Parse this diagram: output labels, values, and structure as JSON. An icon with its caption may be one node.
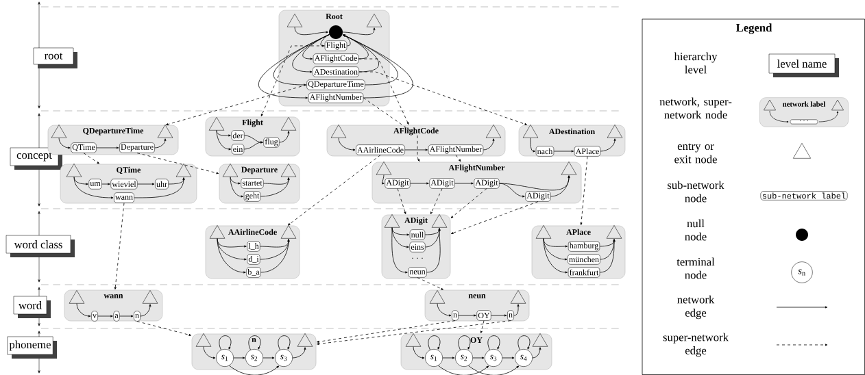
{
  "diagram": {
    "nodes": [
      {
        "text": [
          "root"
        ]
      },
      {
        "text": [
          "concept"
        ]
      },
      {
        "text": [
          "word class"
        ]
      },
      {
        "text": [
          "word"
        ]
      },
      {
        "text": [
          "phoneme"
        ]
      },
      {
        "text": [
          "Root"
        ]
      },
      {
        "text": [],
        "shape": "triangle",
        "in": 5
      },
      {
        "text": [],
        "shape": "triangle",
        "in": 5
      },
      {
        "text": [],
        "shape": "circle",
        "in": 5
      },
      {
        "text": [
          "Flight"
        ],
        "in": 5
      },
      {
        "text": [
          "AFlightCode"
        ],
        "in": 5
      },
      {
        "text": [
          "ADestination"
        ],
        "in": 5
      },
      {
        "text": [
          "QDepartureTime"
        ],
        "in": 5
      },
      {
        "text": [
          "AFlightNumber"
        ],
        "in": 5
      },
      {
        "text": [
          "QDepartureTime"
        ]
      },
      {
        "text": [],
        "shape": "triangle",
        "in": 14
      },
      {
        "text": [],
        "shape": "triangle",
        "in": 14
      },
      {
        "text": [
          "QTime"
        ],
        "in": 14
      },
      {
        "text": [
          "Departure"
        ],
        "in": 14
      },
      {
        "text": [
          "Flight"
        ]
      },
      {
        "text": [],
        "shape": "triangle",
        "in": 19
      },
      {
        "text": [],
        "shape": "triangle",
        "in": 19
      },
      {
        "text": [
          "der"
        ],
        "in": 19
      },
      {
        "text": [
          "ein"
        ],
        "in": 19
      },
      {
        "text": [
          "flug"
        ],
        "in": 19
      },
      {
        "text": [
          "AFlightCode"
        ]
      },
      {
        "text": [],
        "shape": "triangle",
        "in": 25
      },
      {
        "text": [],
        "shape": "triangle",
        "in": 25
      },
      {
        "text": [
          "AAirlineCode"
        ],
        "in": 25
      },
      {
        "text": [
          "AFlightNumber"
        ],
        "in": 25
      },
      {
        "text": [
          "ADestination"
        ]
      },
      {
        "text": [],
        "shape": "triangle",
        "in": 30
      },
      {
        "text": [],
        "shape": "triangle",
        "in": 30
      },
      {
        "text": [
          "nach"
        ],
        "in": 30
      },
      {
        "text": [
          "APlace"
        ],
        "in": 30
      },
      {
        "text": [
          "QTime"
        ]
      },
      {
        "text": [],
        "shape": "triangle",
        "in": 35
      },
      {
        "text": [],
        "shape": "triangle",
        "in": 35
      },
      {
        "text": [
          "um"
        ],
        "in": 35
      },
      {
        "text": [
          "wieviel"
        ],
        "in": 35
      },
      {
        "text": [
          "uhr"
        ],
        "in": 35
      },
      {
        "text": [
          "wann"
        ],
        "in": 35
      },
      {
        "text": [
          "Departure"
        ]
      },
      {
        "text": [],
        "shape": "triangle",
        "in": 42
      },
      {
        "text": [],
        "shape": "triangle",
        "in": 42
      },
      {
        "text": [
          "startet"
        ],
        "in": 42
      },
      {
        "text": [
          "geht"
        ],
        "in": 42
      },
      {
        "text": [
          "AFlightNumber"
        ]
      },
      {
        "text": [],
        "shape": "triangle",
        "in": 47
      },
      {
        "text": [],
        "shape": "triangle",
        "in": 47
      },
      {
        "text": [
          "ADigit"
        ],
        "in": 47
      },
      {
        "text": [
          "ADigit"
        ],
        "in": 47
      },
      {
        "text": [
          "ADigit"
        ],
        "in": 47
      },
      {
        "text": [
          "ADigit"
        ],
        "in": 47
      },
      {
        "text": [
          "AAirlineCode"
        ]
      },
      {
        "text": [],
        "shape": "triangle",
        "in": 54
      },
      {
        "text": [],
        "shape": "triangle",
        "in": 54
      },
      {
        "text": [
          "l_h"
        ],
        "in": 54
      },
      {
        "text": [
          "d_i"
        ],
        "in": 54
      },
      {
        "text": [
          "b_a"
        ],
        "in": 54
      },
      {
        "text": [
          "ADigit"
        ]
      },
      {
        "text": [],
        "shape": "triangle",
        "in": 60
      },
      {
        "text": [],
        "shape": "triangle",
        "in": 60
      },
      {
        "text": [
          "null"
        ],
        "in": 60
      },
      {
        "text": [
          "eins"
        ],
        "in": 60
      },
      {
        "text": [
          "neun"
        ],
        "in": 60
      },
      {
        "text": [
          "APlace"
        ]
      },
      {
        "text": [],
        "shape": "triangle",
        "in": 66
      },
      {
        "text": [],
        "shape": "triangle",
        "in": 66
      },
      {
        "text": [
          "hamburg"
        ],
        "in": 66
      },
      {
        "text": [
          "münchen"
        ],
        "in": 66
      },
      {
        "text": [
          "frankfurt"
        ],
        "in": 66
      },
      {
        "text": [
          "wann"
        ]
      },
      {
        "text": [],
        "shape": "triangle",
        "in": 72
      },
      {
        "text": [],
        "shape": "triangle",
        "in": 72
      },
      {
        "text": [
          "v"
        ],
        "in": 72
      },
      {
        "text": [
          "a"
        ],
        "in": 72
      },
      {
        "text": [
          "n"
        ],
        "in": 72
      },
      {
        "text": [
          "neun"
        ]
      },
      {
        "text": [],
        "shape": "triangle",
        "in": 78
      },
      {
        "text": [],
        "shape": "triangle",
        "in": 78
      },
      {
        "text": [
          "n"
        ],
        "in": 78
      },
      {
        "text": [
          "OY"
        ],
        "in": 78
      },
      {
        "text": [
          "n"
        ],
        "in": 78
      },
      {
        "text": [
          "n"
        ]
      },
      {
        "text": [],
        "shape": "triangle",
        "in": 84
      },
      {
        "text": [],
        "shape": "triangle",
        "in": 84
      },
      {
        "text": [
          "*s*$_{1}$"
        ],
        "in": 84
      },
      {
        "text": [
          "*s*$_{2}$"
        ],
        "in": 84
      },
      {
        "text": [
          "*s*$_{3}$"
        ],
        "in": 84
      },
      {
        "text": [
          "OY"
        ]
      },
      {
        "text": [],
        "shape": "triangle",
        "in": 90
      },
      {
        "text": [],
        "shape": "triangle",
        "in": 90
      },
      {
        "text": [
          "*s*$_{1}$"
        ],
        "in": 90
      },
      {
        "text": [
          "*s*$_{2}$"
        ],
        "in": 90
      },
      {
        "text": [
          "*s*$_{3}$"
        ],
        "in": 90
      },
      {
        "text": [
          "*s*$_{4}$"
        ],
        "in": 90
      },
      {
        "text": [
          "level name"
        ]
      }
    ],
    "edges": [
      {
        "from": 6,
        "to": 8,
        "arrow": "to"
      },
      {
        "from": 8,
        "to": 7,
        "arrow": "to"
      },
      {
        "from": 8,
        "to": 9,
        "arrow": "to"
      },
      {
        "from": 8,
        "to": 10,
        "arrow": "to"
      },
      {
        "from": 8,
        "to": 11,
        "arrow": "to"
      },
      {
        "from": 8,
        "to": 12,
        "arrow": "to"
      },
      {
        "from": 8,
        "to": 13,
        "arrow": "to"
      },
      {
        "from": 9,
        "to": 8,
        "arrow": "to"
      },
      {
        "from": 10,
        "to": 8,
        "arrow": "to"
      },
      {
        "from": 11,
        "to": 8,
        "arrow": "to"
      },
      {
        "from": 12,
        "to": 8,
        "arrow": "to"
      },
      {
        "from": 13,
        "to": 8,
        "arrow": "to"
      },
      {
        "from": 15,
        "to": 17,
        "arrow": "to"
      },
      {
        "from": 17,
        "to": 18,
        "arrow": "to"
      },
      {
        "from": 18,
        "to": 16,
        "arrow": "to"
      },
      {
        "from": 20,
        "to": 22,
        "arrow": "to"
      },
      {
        "from": 20,
        "to": 23,
        "arrow": "to"
      },
      {
        "from": 22,
        "to": 24,
        "arrow": "to"
      },
      {
        "from": 23,
        "to": 24,
        "arrow": "to"
      },
      {
        "from": 24,
        "to": 21,
        "arrow": "to"
      },
      {
        "from": 26,
        "to": 28,
        "arrow": "to"
      },
      {
        "from": 28,
        "to": 29,
        "arrow": "to"
      },
      {
        "from": 29,
        "to": 27,
        "arrow": "to"
      },
      {
        "from": 31,
        "to": 33,
        "arrow": "to"
      },
      {
        "from": 33,
        "to": 34,
        "arrow": "to"
      },
      {
        "from": 34,
        "to": 32,
        "arrow": "to"
      },
      {
        "from": 36,
        "to": 38,
        "arrow": "to"
      },
      {
        "from": 38,
        "to": 39,
        "arrow": "to"
      },
      {
        "from": 39,
        "to": 40,
        "arrow": "to"
      },
      {
        "from": 40,
        "to": 37,
        "arrow": "to"
      },
      {
        "from": 36,
        "to": 41,
        "arrow": "to"
      },
      {
        "from": 41,
        "to": 37,
        "arrow": "to"
      },
      {
        "from": 43,
        "to": 45,
        "arrow": "to"
      },
      {
        "from": 43,
        "to": 46,
        "arrow": "to"
      },
      {
        "from": 45,
        "to": 44,
        "arrow": "to"
      },
      {
        "from": 46,
        "to": 44,
        "arrow": "to"
      },
      {
        "from": 48,
        "to": 50,
        "arrow": "to"
      },
      {
        "from": 50,
        "to": 51,
        "arrow": "to"
      },
      {
        "from": 51,
        "to": 52,
        "arrow": "to"
      },
      {
        "from": 52,
        "to": 49,
        "arrow": "to"
      },
      {
        "from": 52,
        "to": 53,
        "arrow": "to"
      },
      {
        "from": 53,
        "to": 49,
        "arrow": "to"
      },
      {
        "from": 55,
        "to": 57,
        "arrow": "to"
      },
      {
        "from": 55,
        "to": 58,
        "arrow": "to"
      },
      {
        "from": 55,
        "to": 59,
        "arrow": "to"
      },
      {
        "from": 57,
        "to": 56,
        "arrow": "to"
      },
      {
        "from": 58,
        "to": 56,
        "arrow": "to"
      },
      {
        "from": 59,
        "to": 56,
        "arrow": "to"
      },
      {
        "from": 61,
        "to": 63,
        "arrow": "to"
      },
      {
        "from": 61,
        "to": 64,
        "arrow": "to"
      },
      {
        "from": 61,
        "to": 65,
        "arrow": "to"
      },
      {
        "from": 63,
        "to": 62,
        "arrow": "to"
      },
      {
        "from": 64,
        "to": 62,
        "arrow": "to"
      },
      {
        "from": 65,
        "to": 62,
        "arrow": "to"
      },
      {
        "from": 67,
        "to": 69,
        "arrow": "to"
      },
      {
        "from": 67,
        "to": 70,
        "arrow": "to"
      },
      {
        "from": 67,
        "to": 71,
        "arrow": "to"
      },
      {
        "from": 69,
        "to": 68,
        "arrow": "to"
      },
      {
        "from": 70,
        "to": 68,
        "arrow": "to"
      },
      {
        "from": 71,
        "to": 68,
        "arrow": "to"
      },
      {
        "from": 73,
        "to": 75,
        "arrow": "to"
      },
      {
        "from": 75,
        "to": 76,
        "arrow": "to"
      },
      {
        "from": 76,
        "to": 77,
        "arrow": "to"
      },
      {
        "from": 77,
        "to": 74,
        "arrow": "to"
      },
      {
        "from": 79,
        "to": 81,
        "arrow": "to"
      },
      {
        "from": 81,
        "to": 82,
        "arrow": "to"
      },
      {
        "from": 82,
        "to": 83,
        "arrow": "to"
      },
      {
        "from": 83,
        "to": 80,
        "arrow": "to"
      },
      {
        "from": 85,
        "to": 87,
        "arrow": "to"
      },
      {
        "from": 87,
        "to": 88,
        "arrow": "to"
      },
      {
        "from": 88,
        "to": 89,
        "arrow": "to"
      },
      {
        "from": 89,
        "to": 86,
        "arrow": "to"
      },
      {
        "from": 87,
        "to": 89,
        "arrow": "to"
      },
      {
        "from": 87,
        "to": 87,
        "arrow": "to"
      },
      {
        "from": 88,
        "to": 88,
        "arrow": "to"
      },
      {
        "from": 89,
        "to": 89,
        "arrow": "to"
      },
      {
        "from": 91,
        "to": 93,
        "arrow": "to"
      },
      {
        "from": 93,
        "to": 94,
        "arrow": "to"
      },
      {
        "from": 94,
        "to": 95,
        "arrow": "to"
      },
      {
        "from": 95,
        "to": 96,
        "arrow": "to"
      },
      {
        "from": 96,
        "to": 92,
        "arrow": "to"
      },
      {
        "from": 93,
        "to": 95,
        "arrow": "to"
      },
      {
        "from": 94,
        "to": 96,
        "arrow": "to"
      },
      {
        "from": 93,
        "to": 93,
        "arrow": "to"
      },
      {
        "from": 94,
        "to": 94,
        "arrow": "to"
      },
      {
        "from": 95,
        "to": 95,
        "arrow": "to"
      },
      {
        "from": 96,
        "to": 96,
        "arrow": "to"
      },
      {
        "from": 12,
        "to": 14,
        "arrow": "to",
        "style": "dashed"
      },
      {
        "from": 9,
        "to": 19,
        "arrow": "to",
        "style": "dashed"
      },
      {
        "from": 10,
        "to": 25,
        "arrow": "to",
        "style": "dashed"
      },
      {
        "from": 11,
        "to": 30,
        "arrow": "to",
        "style": "dashed"
      },
      {
        "from": 13,
        "to": 47,
        "arrow": "to",
        "style": "dashed"
      },
      {
        "from": 17,
        "to": 35,
        "arrow": "to",
        "style": "dashed"
      },
      {
        "from": 18,
        "to": 42,
        "arrow": "to",
        "style": "dashed"
      },
      {
        "from": 28,
        "to": 54,
        "arrow": "to",
        "style": "dashed"
      },
      {
        "from": 29,
        "to": 47,
        "arrow": "to",
        "style": "dashed"
      },
      {
        "from": 34,
        "to": 66,
        "arrow": "to",
        "style": "dashed"
      },
      {
        "from": 50,
        "to": 60,
        "arrow": "to",
        "style": "dashed"
      },
      {
        "from": 51,
        "to": 60,
        "arrow": "to",
        "style": "dashed"
      },
      {
        "from": 52,
        "to": 60,
        "arrow": "to",
        "style": "dashed"
      },
      {
        "from": 53,
        "to": 60,
        "arrow": "to",
        "style": "dashed"
      },
      {
        "from": 41,
        "to": 72,
        "arrow": "to",
        "style": "dashed"
      },
      {
        "from": 65,
        "to": 78,
        "arrow": "to",
        "style": "dashed"
      },
      {
        "from": 77,
        "to": 84,
        "arrow": "to",
        "style": "dashed"
      },
      {
        "from": 81,
        "to": 84,
        "arrow": "to",
        "style": "dashed"
      },
      {
        "from": 83,
        "to": 84,
        "arrow": "to",
        "style": "dashed"
      },
      {
        "from": 82,
        "to": 90,
        "arrow": "to",
        "style": "dashed"
      }
    ],
    "labels": [
      "· · ·",
      "Legend",
      "network label",
      "· · ·",
      "sub-network label",
      "*s*$_{n}$"
    ],
    "legend": [
      {
        "text": "hierarchy level"
      },
      {
        "text": "network, super-network node"
      },
      {
        "text": "entry or exit node"
      },
      {
        "text": "sub-network node"
      },
      {
        "text": "null node"
      },
      {
        "text": "terminal node"
      },
      {
        "text": "network edge"
      },
      {
        "text": "super-network edge"
      }
    ]
  }
}
